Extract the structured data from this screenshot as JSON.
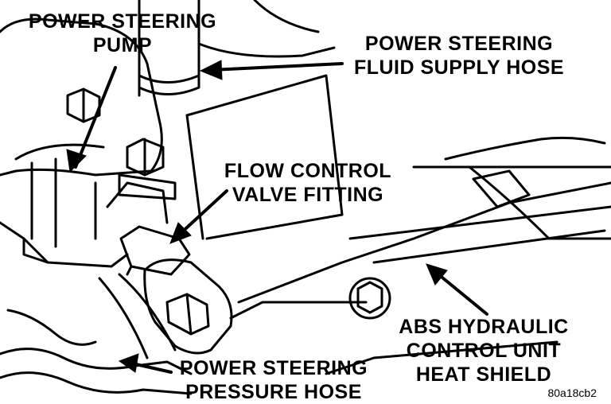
{
  "labels": {
    "pump": [
      "POWER STEERING",
      "PUMP"
    ],
    "supply_hose": [
      "POWER STEERING",
      "FLUID SUPPLY HOSE"
    ],
    "flow_valve": [
      "FLOW CONTROL",
      "VALVE FITTING"
    ],
    "heat_shield": [
      "ABS HYDRAULIC",
      "CONTROL UNIT",
      "HEAT SHIELD"
    ],
    "pressure_hose": [
      "POWER STEERING",
      "PRESSURE HOSE"
    ]
  },
  "figure_id": "80a18cb2",
  "colors": {
    "ink": "#000000",
    "paper": "#ffffff"
  }
}
